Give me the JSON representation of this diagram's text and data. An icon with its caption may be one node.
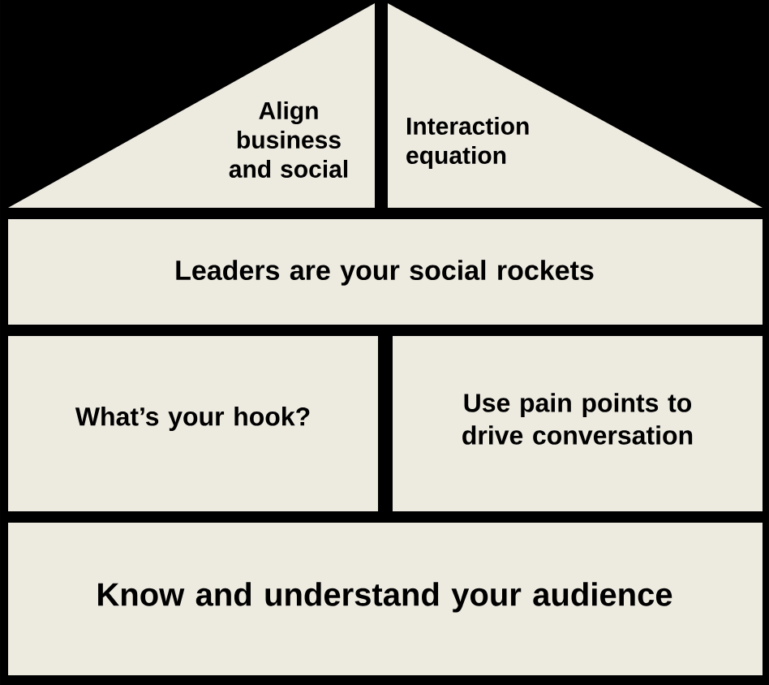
{
  "diagram": {
    "nodes": [
      {
        "text": [
          "Align business and social"
        ]
      },
      {
        "text": [
          "Interaction equation"
        ]
      },
      {
        "text": [
          "Leaders are your social rockets"
        ]
      },
      {
        "text": [
          "What’s your hook?"
        ]
      },
      {
        "text": [
          "Use pain points to drive conversation"
        ]
      },
      {
        "text": [
          "Know and understand your audience"
        ]
      }
    ]
  }
}
